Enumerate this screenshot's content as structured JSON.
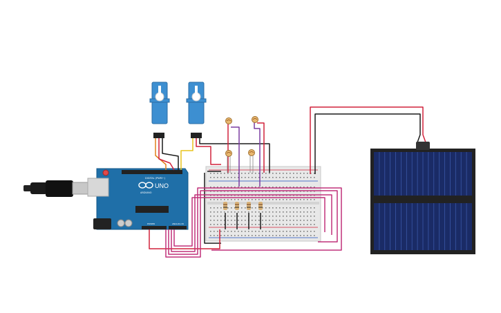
{
  "board": {
    "logo_text": "UNO",
    "brand_text": "ARDUINO",
    "digital_label": "DIGITAL (PWM~)",
    "power_label": "POWER",
    "analog_label": "ANALOG IN",
    "body_color": "#1f6fa8",
    "icon": "arduino-infinity-logo"
  },
  "components": {
    "servo_count": 2,
    "photoresistor_count": 4,
    "resistor_count": 4,
    "solar_panel": "solar-panel",
    "usb_cable": "usb-cable",
    "breadboard": "half-breadboard"
  },
  "colors": {
    "servo_blue": "#3d8fd1",
    "wire_red": "#d0203a",
    "wire_black": "#1a1a1a",
    "wire_magenta": "#c0307a",
    "wire_orange": "#e0801a",
    "wire_yellow": "#e8c31a",
    "wire_purple": "#7a3ca0",
    "panel_cell": "#1a2b66",
    "panel_frame": "#222222"
  }
}
